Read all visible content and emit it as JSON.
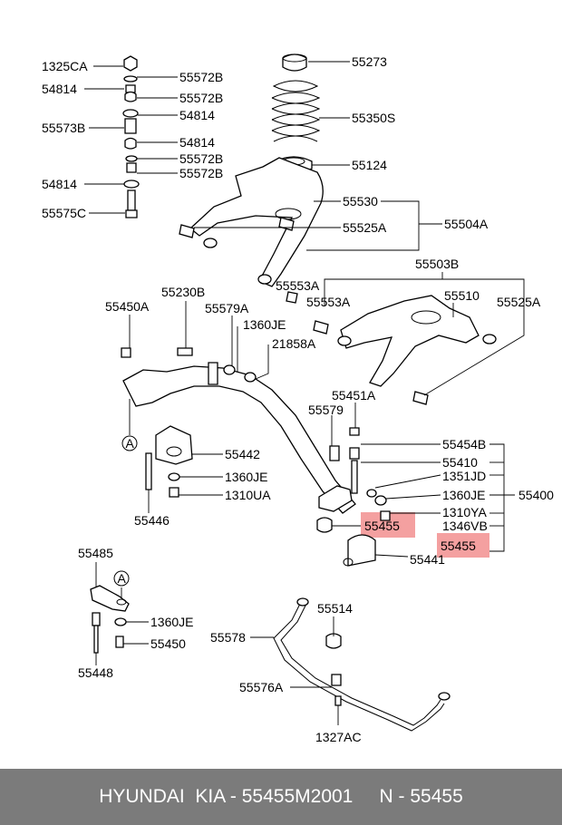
{
  "diagram": {
    "labels": {
      "p1325CA": "1325CA",
      "p55572B_1": "55572B",
      "p54814_1": "54814",
      "p55572B_2": "55572B",
      "p55573B": "55573B",
      "p54814_2": "54814",
      "p54814_3": "54814",
      "p55572B_3": "55572B",
      "p55572B_4": "55572B",
      "p54814_4": "54814",
      "p55575C": "55575C",
      "p55273": "55273",
      "p55350S": "55350S",
      "p55124": "55124",
      "p55530": "55530",
      "p55525A_1": "55525A",
      "p55504A": "55504A",
      "p55503B": "55503B",
      "p55553A_1": "55553A",
      "p55553A_2": "55553A",
      "p55510": "55510",
      "p55525A_2": "55525A",
      "p55450A": "55450A",
      "p55230B": "55230B",
      "p55579A": "55579A",
      "p1360JE_1": "1360JE",
      "p21858A": "21858A",
      "p55451A": "55451A",
      "p55579": "55579",
      "p55454B": "55454B",
      "p55410": "55410",
      "p1351JD": "1351JD",
      "p1360JE_2": "1360JE",
      "p55400": "55400",
      "p1310YA": "1310YA",
      "p55455_1": "55455",
      "p1346VB": "1346VB",
      "p55455_2": "55455",
      "p55441": "55441",
      "p55442": "55442",
      "p1360JE_3": "1360JE",
      "p1310UA": "1310UA",
      "p55446": "55446",
      "markerA_1": "A",
      "markerA_2": "A",
      "p55485": "55485",
      "p1360JE_4": "1360JE",
      "p55450": "55450",
      "p55448": "55448",
      "p55514": "55514",
      "p55578": "55578",
      "p55576A": "55576A",
      "p1327AC": "1327AC"
    },
    "highlight_color": "#f4a0a0"
  },
  "footer": {
    "text": "HYUNDAI  KIA - 55455M2001     N - 55455"
  }
}
